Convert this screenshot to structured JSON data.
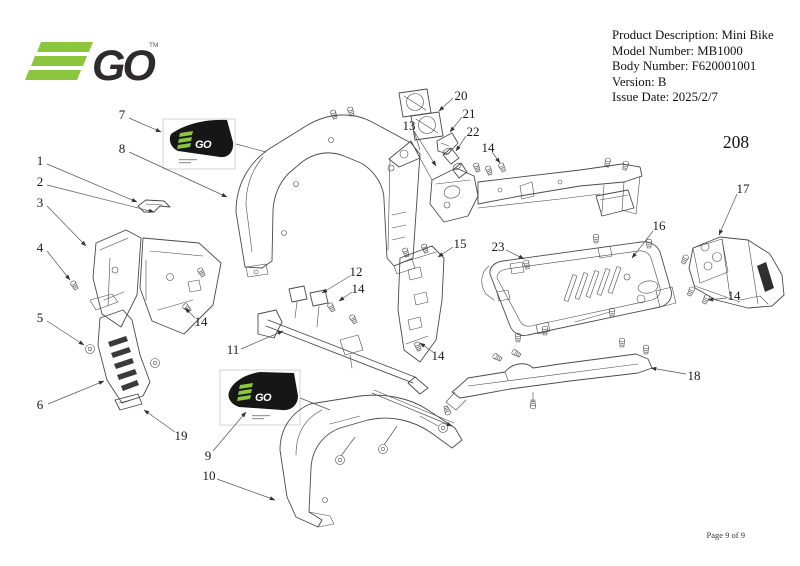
{
  "header": {
    "logo": {
      "go": "GO",
      "tm": "TM"
    },
    "info_lines": [
      "Product Description: Mini Bike",
      "Model Number: MB1000",
      "Body Number: F620001001",
      "Version: B",
      "Issue Date: 2025/2/7"
    ],
    "page_number": "208"
  },
  "footer": {
    "page_indicator": "Page 9 of 9"
  },
  "colors": {
    "logo_green": "#8CC63F",
    "logo_dark": "#2D2B2C",
    "line": "#4A4A4A"
  },
  "diagram": {
    "decal_text": "GO",
    "callouts": [
      {
        "n": "1",
        "label": [
          40,
          161
        ],
        "line": [
          47,
          164,
          137,
          202
        ]
      },
      {
        "n": "2",
        "label": [
          40,
          182
        ],
        "line": [
          47,
          185,
          154,
          212
        ]
      },
      {
        "n": "3",
        "label": [
          40,
          203
        ],
        "line": [
          47,
          206,
          86,
          246
        ]
      },
      {
        "n": "4",
        "label": [
          40,
          248
        ],
        "line": [
          47,
          251,
          70,
          280
        ]
      },
      {
        "n": "5",
        "label": [
          40,
          318
        ],
        "line": [
          47,
          321,
          84,
          345
        ]
      },
      {
        "n": "6",
        "label": [
          40,
          405
        ],
        "line": [
          48,
          404,
          104,
          381
        ]
      },
      {
        "n": "7",
        "label": [
          122,
          115
        ],
        "line": [
          129,
          118,
          161,
          132
        ]
      },
      {
        "n": "8",
        "label": [
          122,
          149
        ],
        "line": [
          129,
          152,
          227,
          197
        ]
      },
      {
        "n": "9",
        "label": [
          208,
          456
        ],
        "line": [
          213,
          451,
          246,
          412
        ]
      },
      {
        "n": "10",
        "label": [
          209,
          476
        ],
        "line": [
          217,
          479,
          275,
          500
        ]
      },
      {
        "n": "11",
        "label": [
          233,
          350
        ],
        "line": [
          241,
          349,
          283,
          331
        ]
      },
      {
        "n": "12",
        "label": [
          356,
          272
        ],
        "line": [
          350,
          276,
          322,
          293
        ]
      },
      {
        "n": "13",
        "label": [
          409,
          126
        ],
        "line": [
          414,
          131,
          436,
          166
        ]
      },
      {
        "n": "14",
        "label": [
          488,
          148
        ],
        "line": [
          492,
          152,
          500,
          163
        ]
      },
      {
        "n": "14",
        "label": [
          201,
          322
        ],
        "line": [
          195,
          318,
          185,
          308
        ]
      },
      {
        "n": "14",
        "label": [
          358,
          289
        ],
        "line": [
          352,
          292,
          339,
          301
        ]
      },
      {
        "n": "14",
        "label": [
          438,
          356
        ],
        "line": [
          433,
          352,
          420,
          343
        ]
      },
      {
        "n": "14",
        "label": [
          734,
          296
        ],
        "line": [
          727,
          298,
          708,
          300
        ]
      },
      {
        "n": "15",
        "label": [
          460,
          244
        ],
        "line": [
          453,
          247,
          438,
          257
        ]
      },
      {
        "n": "16",
        "label": [
          659,
          226
        ],
        "line": [
          653,
          231,
          632,
          258
        ]
      },
      {
        "n": "17",
        "label": [
          743,
          189
        ],
        "line": [
          737,
          194,
          719,
          235
        ]
      },
      {
        "n": "18",
        "label": [
          694,
          376
        ],
        "line": [
          686,
          374,
          651,
          368
        ]
      },
      {
        "n": "19",
        "label": [
          181,
          436
        ],
        "line": [
          175,
          432,
          144,
          410
        ]
      },
      {
        "n": "20",
        "label": [
          461,
          96
        ],
        "line": [
          453,
          98,
          439,
          111
        ]
      },
      {
        "n": "21",
        "label": [
          469,
          114
        ],
        "line": [
          462,
          117,
          450,
          132
        ]
      },
      {
        "n": "22",
        "label": [
          473,
          132
        ],
        "line": [
          466,
          136,
          456,
          151
        ]
      },
      {
        "n": "23",
        "label": [
          498,
          247
        ],
        "line": [
          506,
          250,
          524,
          259
        ]
      }
    ]
  }
}
